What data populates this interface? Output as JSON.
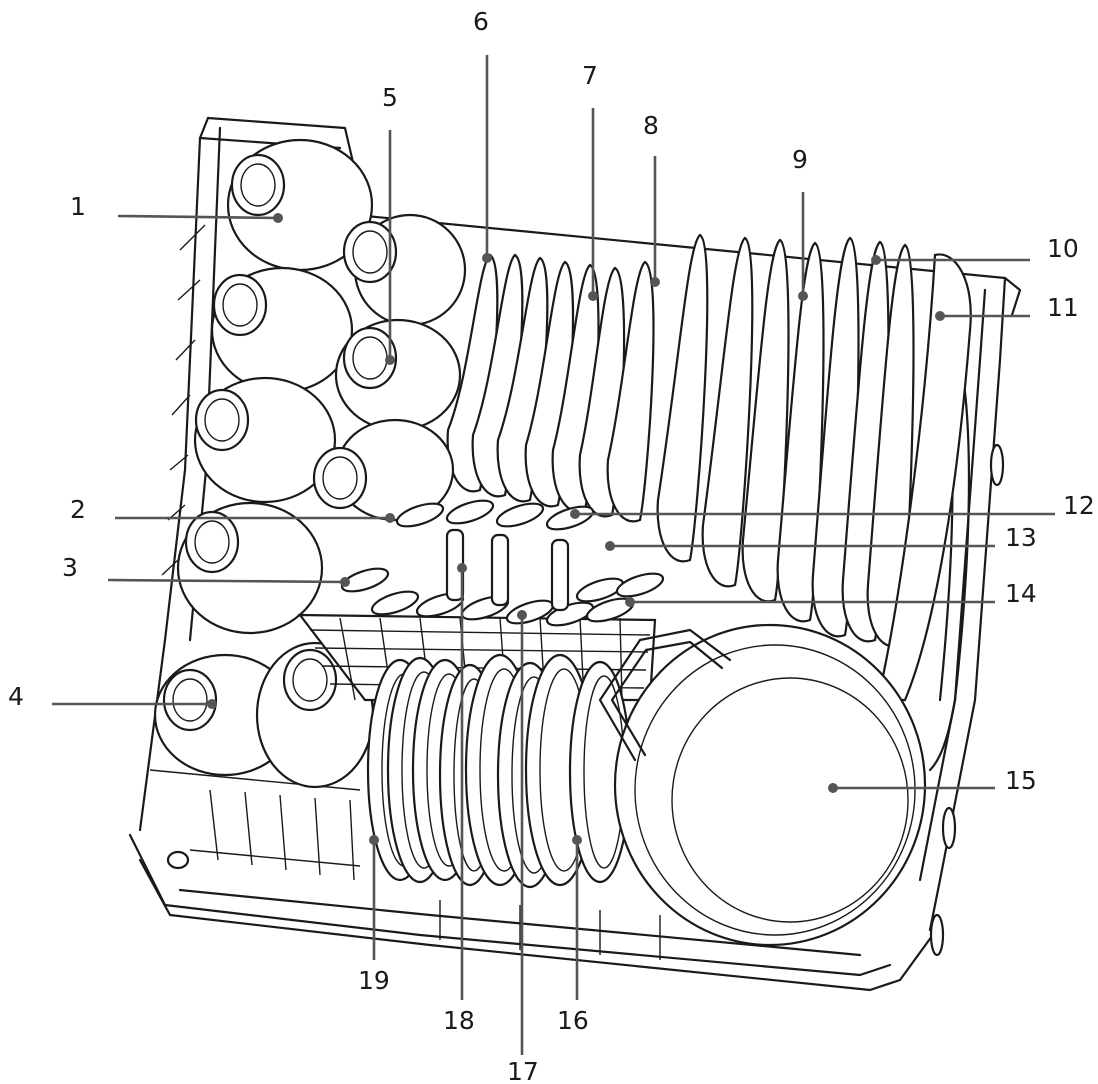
{
  "diagram": {
    "labels": [
      "1",
      "2",
      "3",
      "4",
      "5",
      "6",
      "7",
      "8",
      "9",
      "10",
      "11",
      "12",
      "13",
      "14",
      "15",
      "16",
      "17",
      "18",
      "19"
    ]
  },
  "colors": {
    "line": "#1a1a1a",
    "leader": "#555555",
    "background": "#ffffff"
  }
}
